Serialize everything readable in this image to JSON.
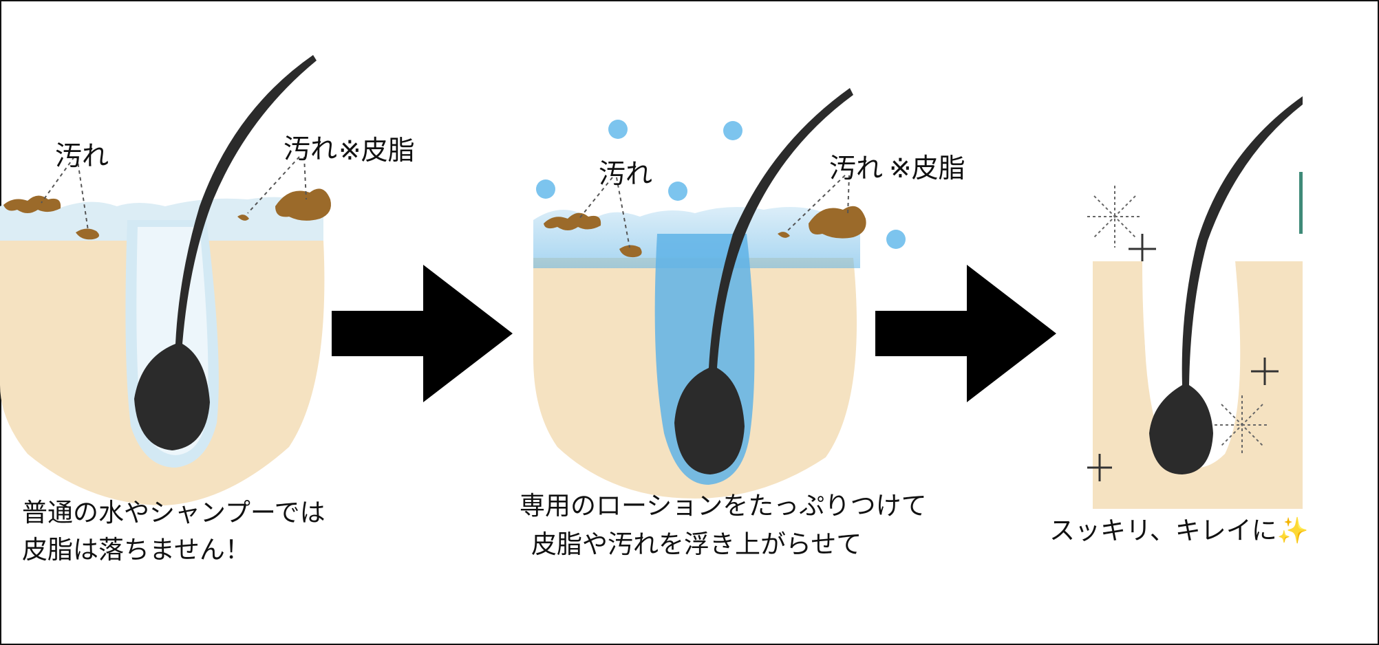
{
  "panels": [
    {
      "dirt_left": "汚れ",
      "dirt_right": "汚れ",
      "sebum_note": "※皮脂",
      "caption_line1": "普通の水やシャンプーでは",
      "caption_line2": "皮脂は落ちません！"
    },
    {
      "dirt_left": "汚れ",
      "dirt_right": "汚れ",
      "sebum_note": "※皮脂",
      "caption_line1": "専用のローションをたっぷりつけて",
      "caption_line2": "皮脂や汚れを浮き上がらせて"
    },
    {
      "caption_text": "スッキリ、キレイに",
      "caption_emoji": "✨"
    }
  ],
  "colors": {
    "skin": "#f6e4c4",
    "hair": "#2b2b2b",
    "dirt": "#9b6a2a",
    "water_light": "#d6ebf5",
    "lotion_blue": "#5fb3e6",
    "arrow": "#000000"
  },
  "icons": [
    "right-arrow-icon",
    "sparkle-icon"
  ]
}
